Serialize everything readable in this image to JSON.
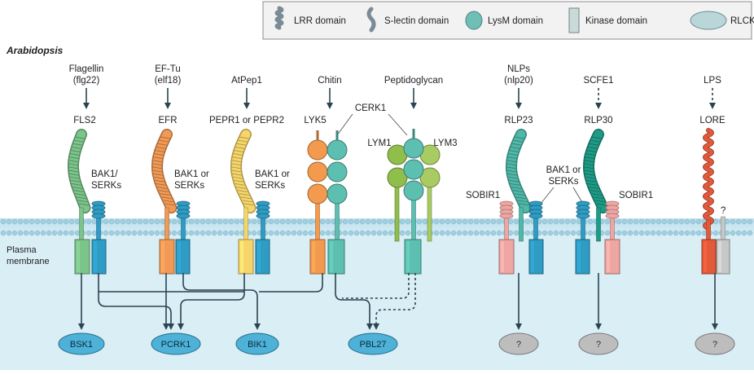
{
  "legend": {
    "lrr": "LRR domain",
    "slectin": "S-lectin domain",
    "lysm": "LysM domain",
    "kinase": "Kinase domain",
    "rlck": "RLCK"
  },
  "organism": "Arabidopsis",
  "membrane_label": [
    "Plasma",
    "membrane"
  ],
  "ligands": {
    "flg22": [
      "Flagellin",
      "(flg22)"
    ],
    "elf18": [
      "EF-Tu",
      "(elf18)"
    ],
    "atpep1": "AtPep1",
    "chitin": "Chitin",
    "peptidoglycan": "Peptidoglycan",
    "nlp20": [
      "NLPs",
      "(nlp20)"
    ],
    "scfe1": "SCFE1",
    "lps": "LPS"
  },
  "receptors": {
    "fls2": "FLS2",
    "efr": "EFR",
    "pepr": "PEPR1 or PEPR2",
    "lyk5": "LYK5",
    "cerk1": "CERK1",
    "lym1": "LYM1",
    "lym3": "LYM3",
    "rlp23": "RLP23",
    "rlp30": "RLP30",
    "lore": "LORE"
  },
  "coreceptors": {
    "bak1_serks": [
      "BAK1/",
      "SERKs"
    ],
    "bak1_or_serks_efr": [
      "BAK1 or",
      "SERKs"
    ],
    "bak1_or_serks_pepr": [
      "BAK1 or",
      "SERKs"
    ],
    "bak1_or_serks_rlp": [
      "BAK1 or",
      "SERKs"
    ],
    "sobir1_left": "SOBIR1",
    "sobir1_right": "SOBIR1",
    "unknown": "?"
  },
  "rlcks": {
    "bsk1": "BSK1",
    "pcrk1": "PCRK1",
    "bik1": "BIK1",
    "pbl27": "PBL27",
    "unknown_rlp23": "?",
    "unknown_rlp30": "?",
    "unknown_lore": "?"
  },
  "colors": {
    "membrane": "#cfe8f1",
    "fls2": "#7cc48a",
    "efr": "#f29a55",
    "pepr": "#f6d66a",
    "cerk1": "#5dbfb0",
    "lyk5": "#f39a4f",
    "lym": "#8fbf4a",
    "bak1": "#2e9cc4",
    "rlp": "#4fb8a8",
    "rlp30": "#1e9b86",
    "sobir1": "#eda6a2",
    "lore": "#e35a3a",
    "rlck_blue": "#4db1d8",
    "rlck_grey": "#bdbdbd"
  }
}
